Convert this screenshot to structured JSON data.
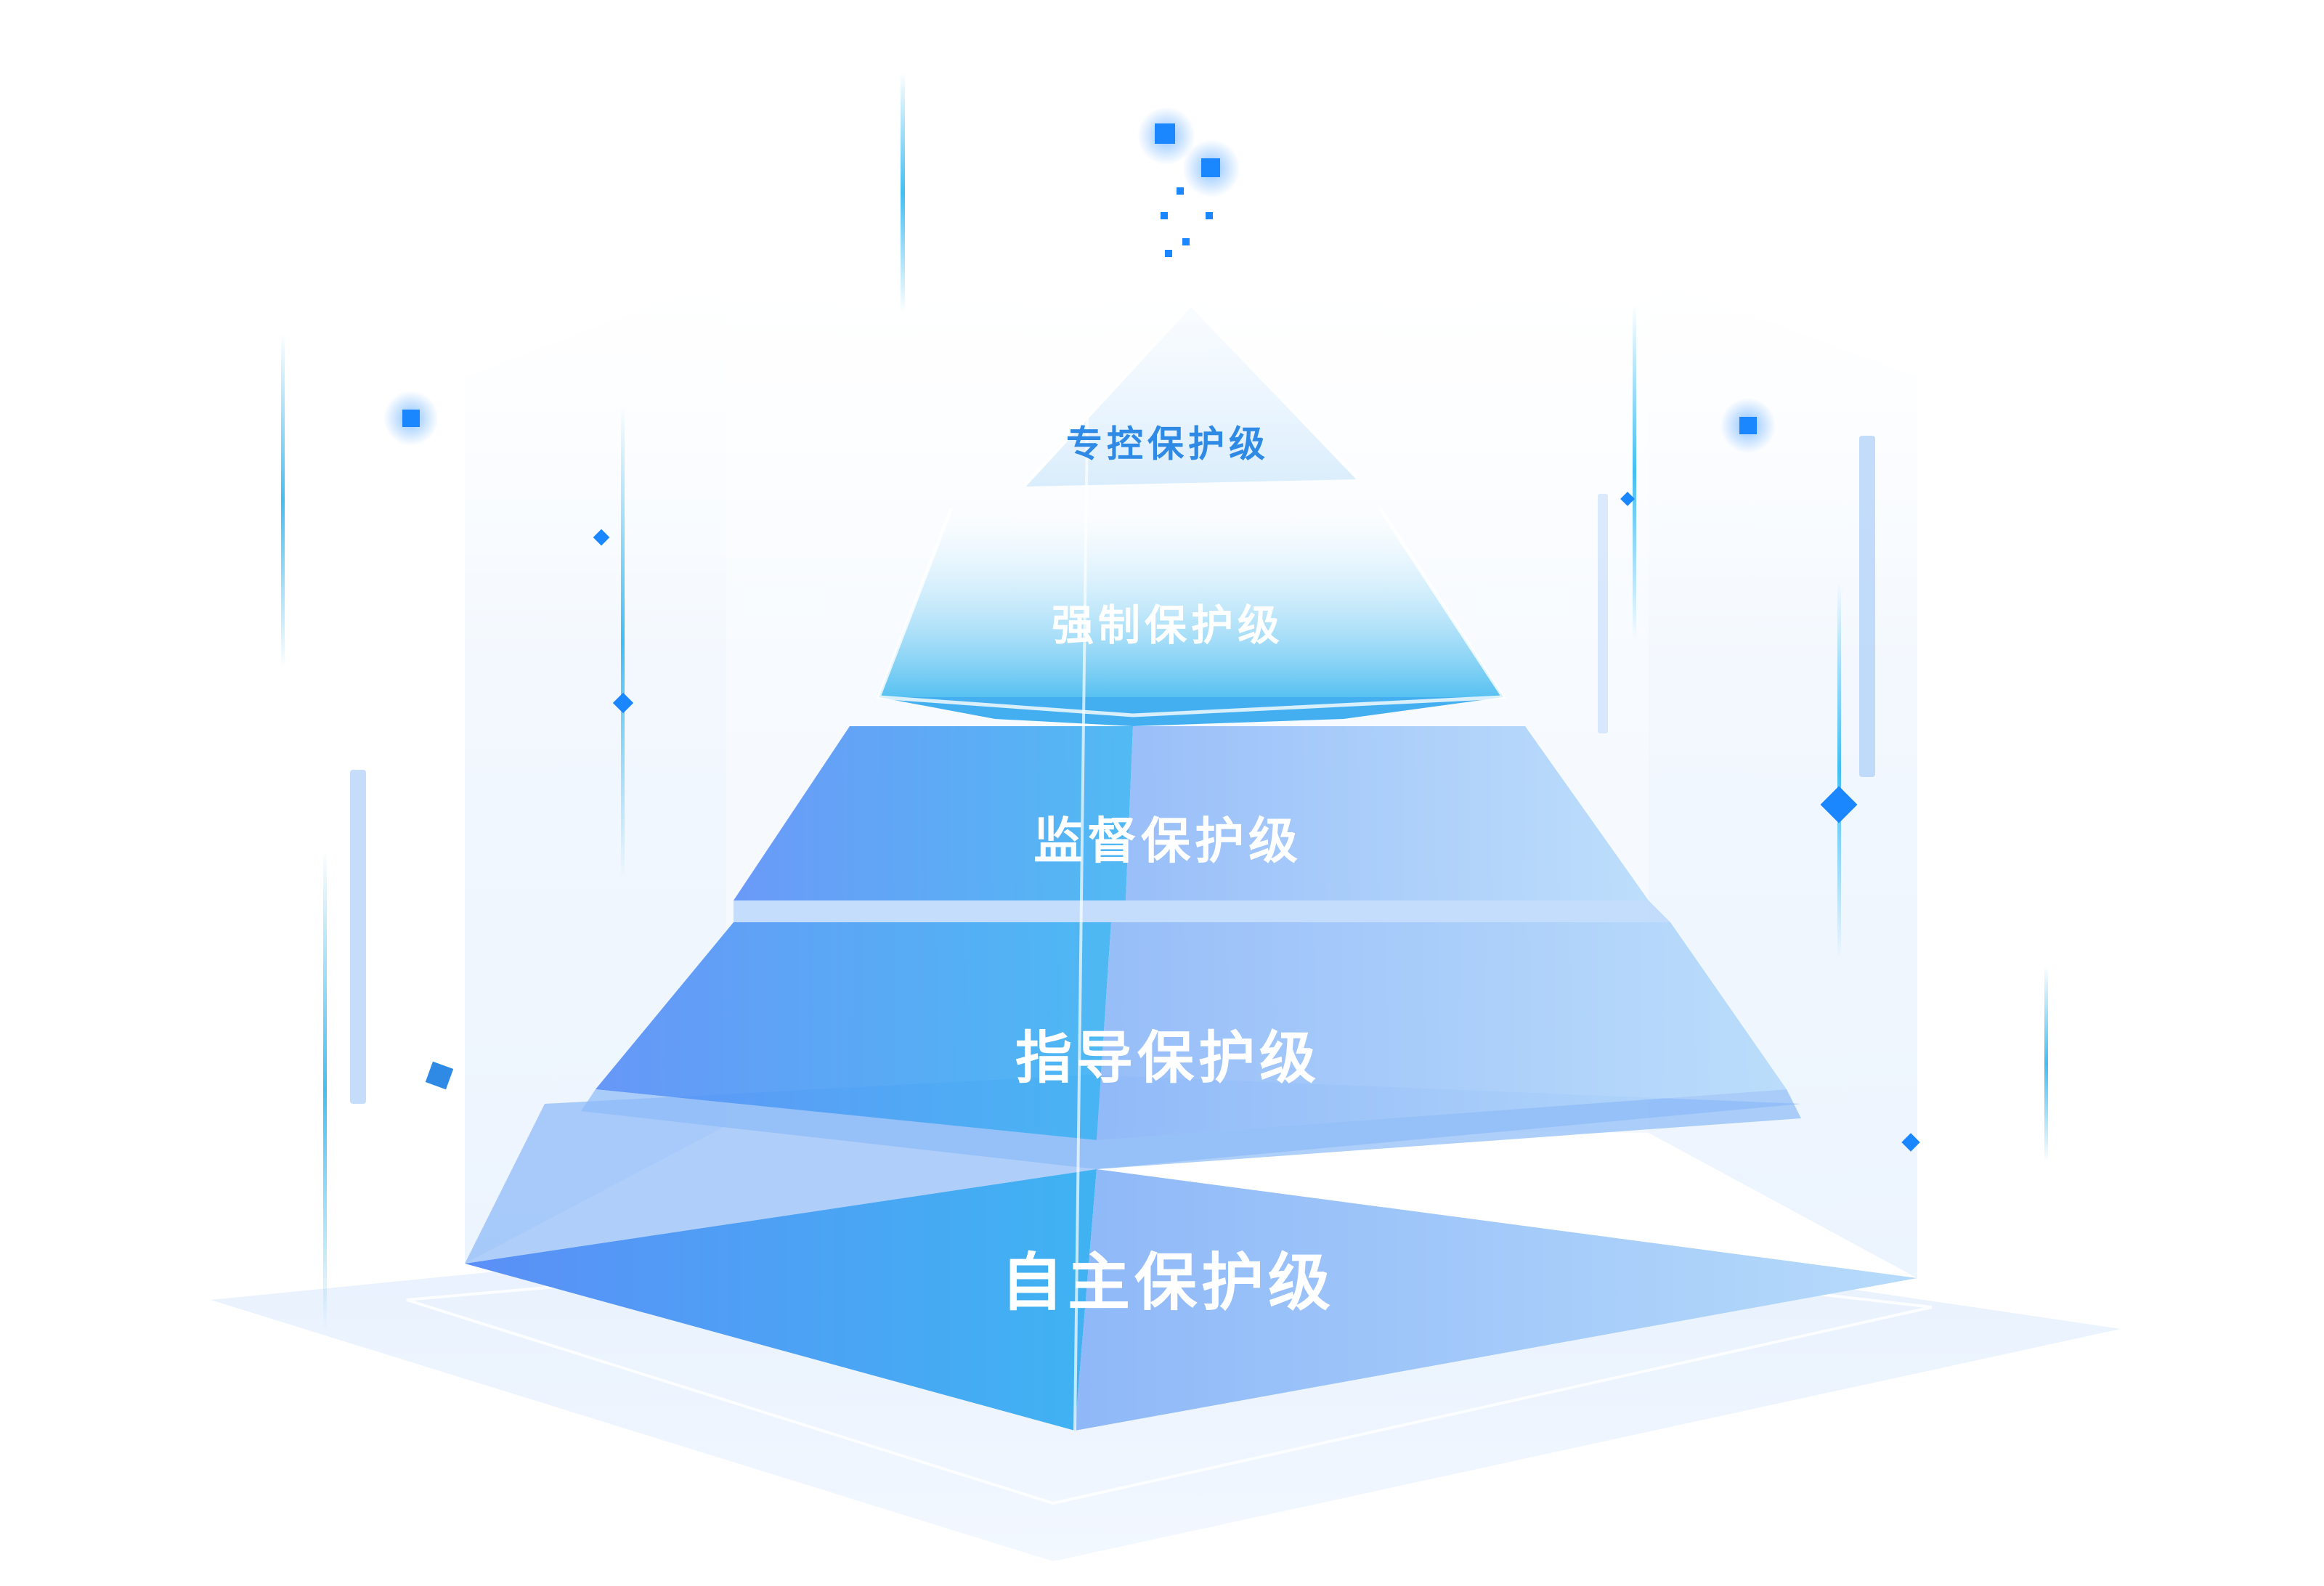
{
  "pyramid": {
    "levels": [
      {
        "id": "level-5",
        "label": "专控保护级"
      },
      {
        "id": "level-4",
        "label": "强制保护级"
      },
      {
        "id": "level-3",
        "label": "监督保护级"
      },
      {
        "id": "level-2",
        "label": "指导保护级"
      },
      {
        "id": "level-1",
        "label": "自主保护级"
      }
    ]
  },
  "colors": {
    "accent": "#1a86ff",
    "face_left": "#4f8ff5",
    "face_right": "#a9cdf8",
    "glow": "#2fb7f0"
  }
}
